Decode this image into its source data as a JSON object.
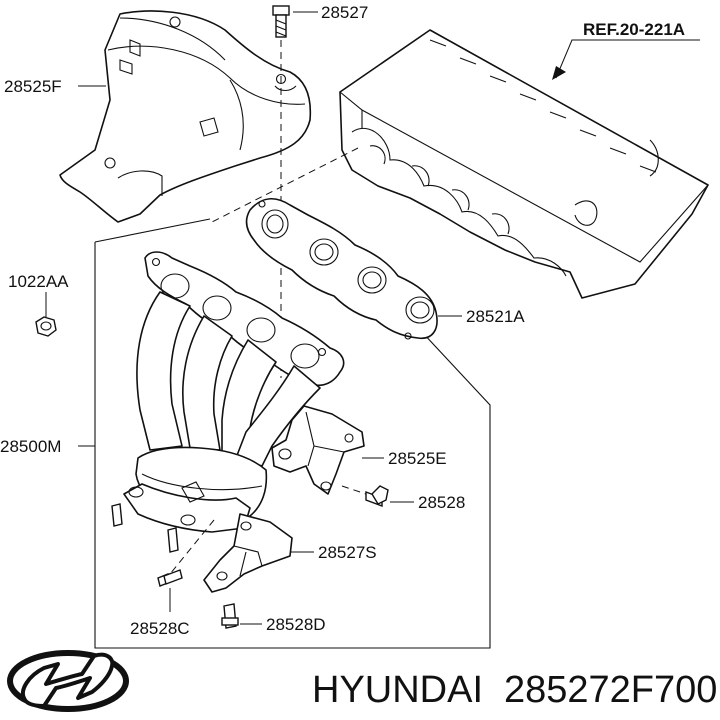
{
  "callouts": {
    "heat_shield_bolt": "28527",
    "heat_shield": "28525F",
    "cylinder_head_ref": "REF.20-221A",
    "nut": "1022AA",
    "gasket": "28521A",
    "exhaust_manifold": "28500M",
    "bracket": "28525E",
    "bracket_bolt": "28528",
    "lower_bracket": "28527S",
    "bolt_c": "28528C",
    "bolt_d": "28528D"
  },
  "footer": {
    "brand": "HYUNDAI",
    "part_number": "285272F700"
  },
  "colors": {
    "line": "#111111",
    "background": "#ffffff"
  },
  "icons": {
    "logo": "hyundai-logo-icon"
  }
}
